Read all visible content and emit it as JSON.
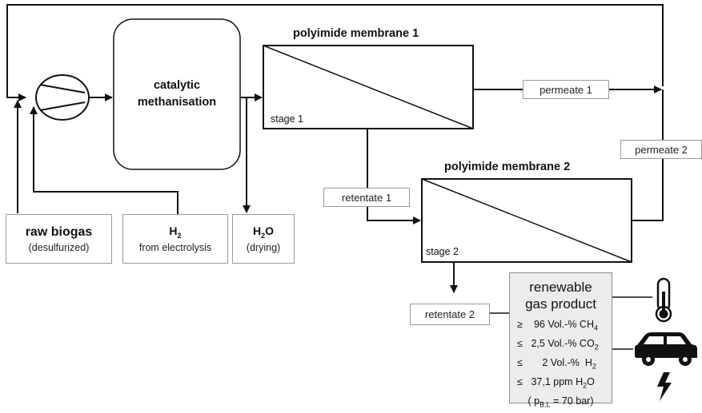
{
  "membranes": {
    "m1_title": "polyimide membrane  1",
    "m2_title": "polyimide membrane 2",
    "stage1": "stage 1",
    "stage2": "stage 2"
  },
  "reactor": {
    "line1": "catalytic",
    "line2": "methanisation"
  },
  "streams": {
    "permeate1": "permeate 1",
    "permeate2": "permeate 2",
    "retentate1": "retentate 1",
    "retentate2": "retentate 2"
  },
  "inputs": {
    "raw_biogas": {
      "title": "raw biogas",
      "sub": "(desulfurized)"
    },
    "h2": {
      "title_main": "H",
      "title_sub": "2",
      "sub": "from electrolysis"
    },
    "h2o": {
      "title_main": "H",
      "title_sub": "2",
      "title_end": "O",
      "sub": "(drying)"
    }
  },
  "product": {
    "title_line1": "renewable",
    "title_line2": "gas product",
    "rows": [
      {
        "op": "≥",
        "value": "  96 Vol.-% CH",
        "sub": "4"
      },
      {
        "op": "≤",
        "value": " 2,5 Vol.-% CO",
        "sub": "2"
      },
      {
        "op": "≤",
        "value": "     2 Vol.-%  H",
        "sub": "2"
      },
      {
        "op": "≤",
        "value": " 37,1 ppm H",
        "sub": "2",
        "end": "O"
      }
    ],
    "pressure_pre": "( p",
    "pressure_sub": "B,L",
    "pressure_post": " = 70 bar)"
  },
  "icons": [
    "thermometer-icon",
    "car-icon",
    "lightning-icon"
  ]
}
